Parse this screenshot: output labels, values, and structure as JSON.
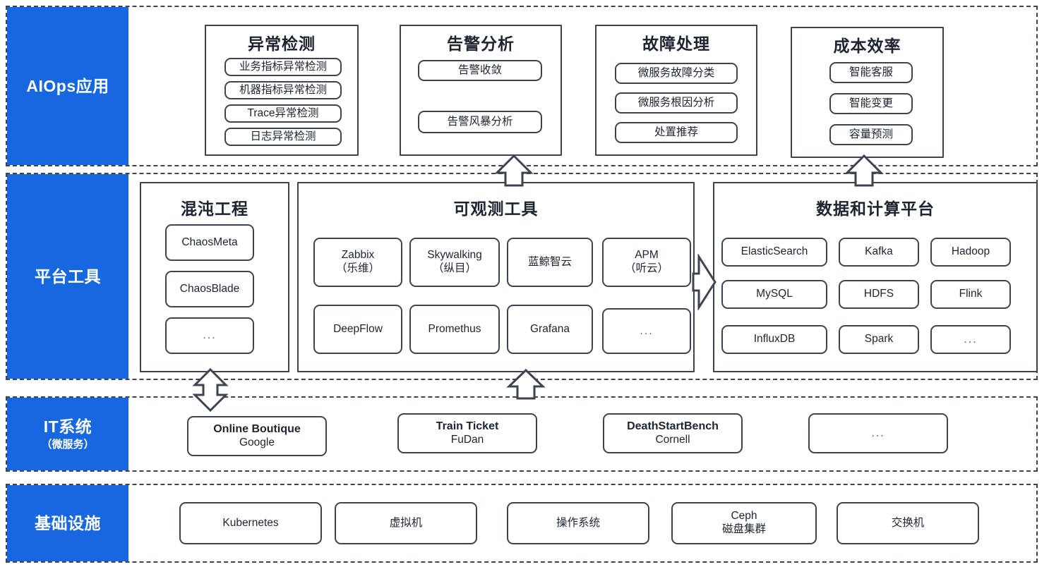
{
  "diagram": {
    "title": "AIOps Layered Architecture",
    "accent_color": "#1768e0",
    "line_color": "#3d4450"
  },
  "layers": [
    {
      "id": "aiops-app",
      "label": "AIOps应用",
      "sublabel": "",
      "groups": [
        {
          "id": "anomaly-detection",
          "title": "异常检测",
          "items": [
            {
              "l1": "业务指标异常检测"
            },
            {
              "l1": "机器指标异常检测"
            },
            {
              "l1": "Trace异常检测"
            },
            {
              "l1": "日志异常检测"
            }
          ]
        },
        {
          "id": "alert-analysis",
          "title": "告警分析",
          "items": [
            {
              "l1": "告警收敛"
            },
            {
              "l1": "告警风暴分析"
            }
          ]
        },
        {
          "id": "fault-handling",
          "title": "故障处理",
          "items": [
            {
              "l1": "微服务故障分类"
            },
            {
              "l1": "微服务根因分析"
            },
            {
              "l1": "处置推荐"
            }
          ]
        },
        {
          "id": "cost-efficiency",
          "title": "成本效率",
          "items": [
            {
              "l1": "智能客服"
            },
            {
              "l1": "智能变更"
            },
            {
              "l1": "容量预测"
            }
          ]
        }
      ]
    },
    {
      "id": "platform-tools",
      "label": "平台工具",
      "sublabel": "",
      "groups": [
        {
          "id": "chaos-engineering",
          "title": "混沌工程",
          "items": [
            {
              "l1": "ChaosMeta"
            },
            {
              "l1": "ChaosBlade"
            },
            {
              "l1": "..."
            }
          ]
        },
        {
          "id": "observability-tools",
          "title": "可观测工具",
          "items": [
            {
              "l1": "Zabbix",
              "l2": "（乐维）"
            },
            {
              "l1": "Skywalking",
              "l2": "（纵目）"
            },
            {
              "l1": "蓝鲸智云"
            },
            {
              "l1": "APM",
              "l2": "（听云）"
            },
            {
              "l1": "DeepFlow"
            },
            {
              "l1": "Promethus"
            },
            {
              "l1": "Grafana"
            },
            {
              "l1": "..."
            }
          ]
        },
        {
          "id": "data-compute-platform",
          "title": "数据和计算平台",
          "items": [
            {
              "l1": "ElasticSearch"
            },
            {
              "l1": "Kafka"
            },
            {
              "l1": "Hadoop"
            },
            {
              "l1": "MySQL"
            },
            {
              "l1": "HDFS"
            },
            {
              "l1": "Flink"
            },
            {
              "l1": "InfluxDB"
            },
            {
              "l1": "Spark"
            },
            {
              "l1": "..."
            }
          ]
        }
      ]
    },
    {
      "id": "it-system",
      "label": "IT系统",
      "sublabel": "（微服务）",
      "items": [
        {
          "l1": "Online Boutique",
          "l2": "Google"
        },
        {
          "l1": "Train Ticket",
          "l2": "FuDan"
        },
        {
          "l1": "DeathStartBench",
          "l2": "Cornell"
        },
        {
          "l1": "..."
        }
      ]
    },
    {
      "id": "infrastructure",
      "label": "基础设施",
      "sublabel": "",
      "items": [
        {
          "l1": "Kubernetes"
        },
        {
          "l1": "虚拟机"
        },
        {
          "l1": "操作系统"
        },
        {
          "l1": "Ceph",
          "l2": "磁盘集群"
        },
        {
          "l1": "交换机"
        }
      ]
    }
  ],
  "arrows": [
    {
      "id": "arrow-alert-up",
      "direction": "up"
    },
    {
      "id": "arrow-cost-up",
      "direction": "up"
    },
    {
      "id": "arrow-chaos-down-up",
      "direction": "up-down"
    },
    {
      "id": "arrow-observability-up",
      "direction": "up"
    },
    {
      "id": "arrow-observability-to-data",
      "direction": "right"
    }
  ]
}
